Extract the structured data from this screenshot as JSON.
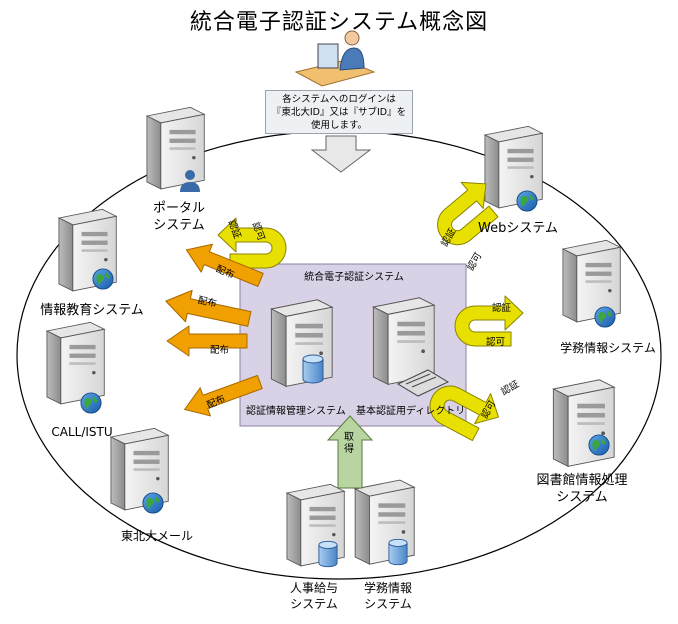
{
  "title": "統合電子認証システム概念図",
  "note": {
    "line1": "各システムへのログインは",
    "line2": "『東北大ID』又は『サブID』を",
    "line3": "使用します。"
  },
  "core": {
    "title": "統合電子認証システム",
    "manager": "認証情報管理システム",
    "directory": "基本認証用ディレクトリ"
  },
  "systems": {
    "portal": [
      "ポータル",
      "システム"
    ],
    "web": "Webシステム",
    "jouhou": "情報教育システム",
    "gakumu": "学務情報システム",
    "call": "CALL/ISTU",
    "library": [
      "図書館情報処理",
      "システム"
    ],
    "mail": "東北大メール",
    "jinji": [
      "人事給与",
      "システム"
    ],
    "gakumu2": [
      "学務情報",
      "システム"
    ]
  },
  "arrows": {
    "auth": "認証",
    "permit": "認可",
    "distribute": "配布",
    "fetch": [
      "取",
      "得"
    ]
  },
  "colors": {
    "uarrow": "#e8e000",
    "distribute": "#f0a000",
    "fetch": "#b8d4a0",
    "core_bg": "#d9d2e6"
  },
  "icons": {
    "user": "person-at-computer-icon",
    "server": "server-tower-icon",
    "globe": "globe-icon",
    "database": "database-cylinder-icon",
    "person": "person-badge-icon",
    "router": "network-switch-icon"
  }
}
